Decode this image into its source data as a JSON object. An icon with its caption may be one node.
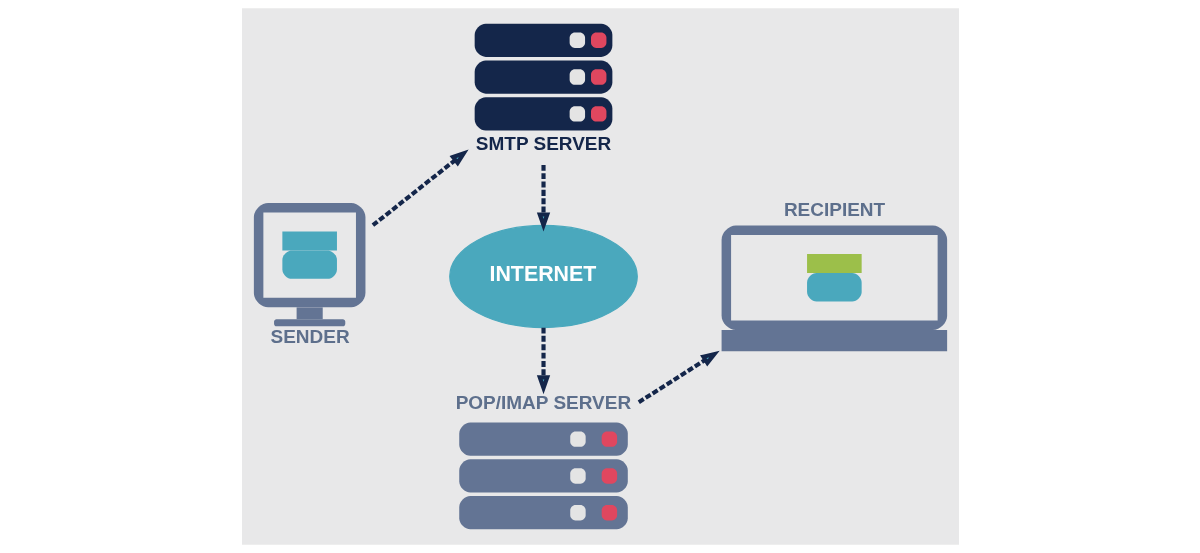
{
  "diagram": {
    "nodes": [
      {
        "text": [
          "SENDER"
        ]
      },
      {
        "text": [
          "SMTP SERVER"
        ]
      },
      {
        "text": [
          "INTERNET"
        ]
      },
      {
        "text": [
          "POP/IMAP SERVER"
        ]
      },
      {
        "text": [
          "RECIPIENT"
        ]
      }
    ],
    "edges": [
      {
        "from": 0,
        "to": 1,
        "arrow": "to",
        "style": "dashed"
      },
      {
        "from": 1,
        "to": 2,
        "arrow": "to",
        "style": "dashed"
      },
      {
        "from": 2,
        "to": 3,
        "arrow": "to",
        "style": "dashed"
      },
      {
        "from": 3,
        "to": 4,
        "arrow": "to",
        "style": "dashed"
      }
    ]
  }
}
